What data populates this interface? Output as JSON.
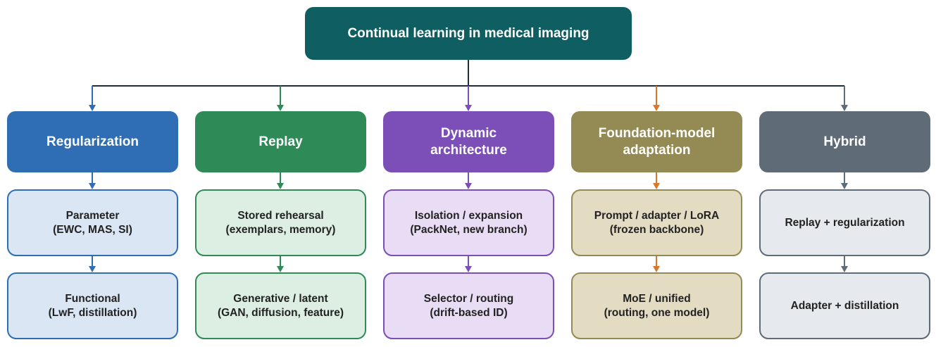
{
  "diagram": {
    "root": {
      "label": "Continual learning in medical imaging"
    },
    "connector_color": "#1f2d3a",
    "branches": [
      {
        "label": "Regularization",
        "head_color": "#2f6db5",
        "leaf_fill": "#dbe6f4",
        "leaf_border": "#2f6db5",
        "items": [
          "Parameter\n(EWC, MAS, SI)",
          "Functional\n(LwF, distillation)"
        ]
      },
      {
        "label": "Replay",
        "head_color": "#2e8b57",
        "leaf_fill": "#dcefe2",
        "leaf_border": "#2e8b57",
        "items": [
          "Stored rehearsal\n(exemplars, memory)",
          "Generative / latent\n(GAN, diffusion, feature)"
        ]
      },
      {
        "label": "Dynamic\narchitecture",
        "head_color": "#7c4eb7",
        "leaf_fill": "#e8ddf4",
        "leaf_border": "#7c4eb7",
        "items": [
          "Isolation / expansion\n(PackNet, new branch)",
          "Selector / routing\n(drift-based ID)"
        ]
      },
      {
        "label": "Foundation-model\nadaptation",
        "head_color": "#948a53",
        "leaf_fill": "#e3dbc2",
        "leaf_border": "#948a53",
        "arrow_color": "#d9782d",
        "items": [
          "Prompt / adapter / LoRA\n(frozen backbone)",
          "MoE / unified\n(routing, one model)"
        ]
      },
      {
        "label": "Hybrid",
        "head_color": "#5f6b77",
        "leaf_fill": "#e6e9ed",
        "leaf_border": "#5f6b77",
        "items": [
          "Replay + regularization",
          "Adapter + distillation"
        ]
      }
    ]
  }
}
